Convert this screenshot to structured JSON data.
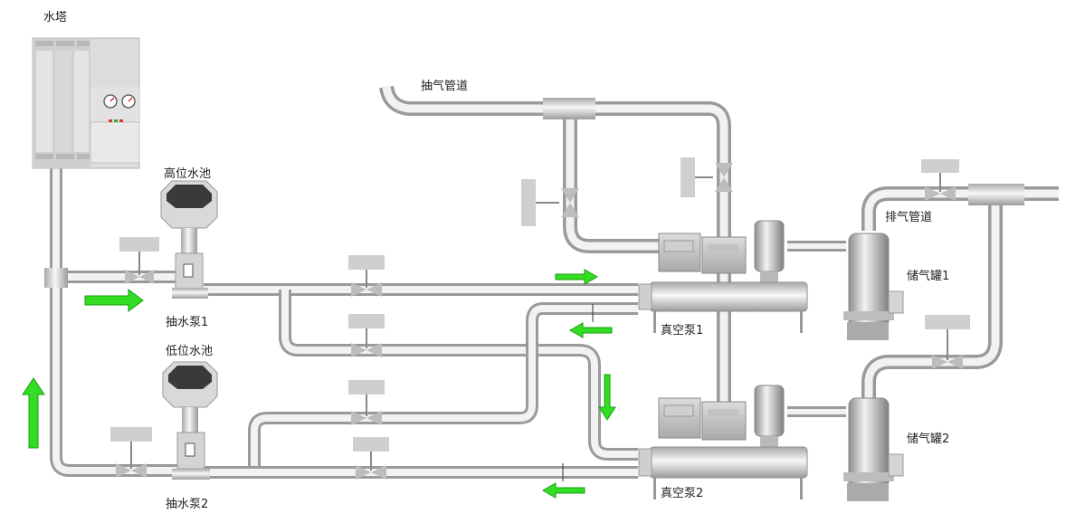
{
  "labels": {
    "water_tower": "水塔",
    "high_tank": "高位水池",
    "low_tank": "低位水池",
    "pump1": "抽水泵1",
    "pump2": "抽水泵2",
    "suction_line": "抽气管道",
    "exhaust_line": "排气管道",
    "vacuum_pump1": "真空泵1",
    "vacuum_pump2": "真空泵2",
    "gas_tank1": "储气罐1",
    "gas_tank2": "储气罐2"
  },
  "colors": {
    "pipe_light": "#f2f2f2",
    "pipe_dark": "#9a9a9a",
    "flow_arrow": "#33dd22",
    "valve_tag": "#cfcfcf",
    "tank_top": "#3a3a3a"
  },
  "icons": {
    "flow_arrow": "arrow-icon",
    "valve": "butterfly-valve-icon",
    "gauge": "pressure-gauge-icon"
  }
}
